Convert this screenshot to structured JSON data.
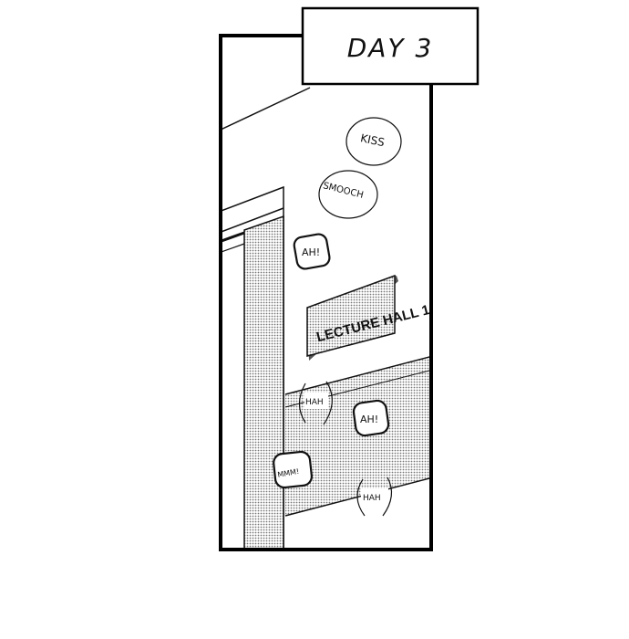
{
  "caption": "DAY 3",
  "sign": "LECTURE HALL 1",
  "sfx": {
    "kiss": "KISS",
    "smooch": "SMOOCH",
    "ah1": "AH!",
    "hah1": "HAH",
    "ah2": "AH!",
    "mmm": "MMM!",
    "hah2": "HAH"
  }
}
